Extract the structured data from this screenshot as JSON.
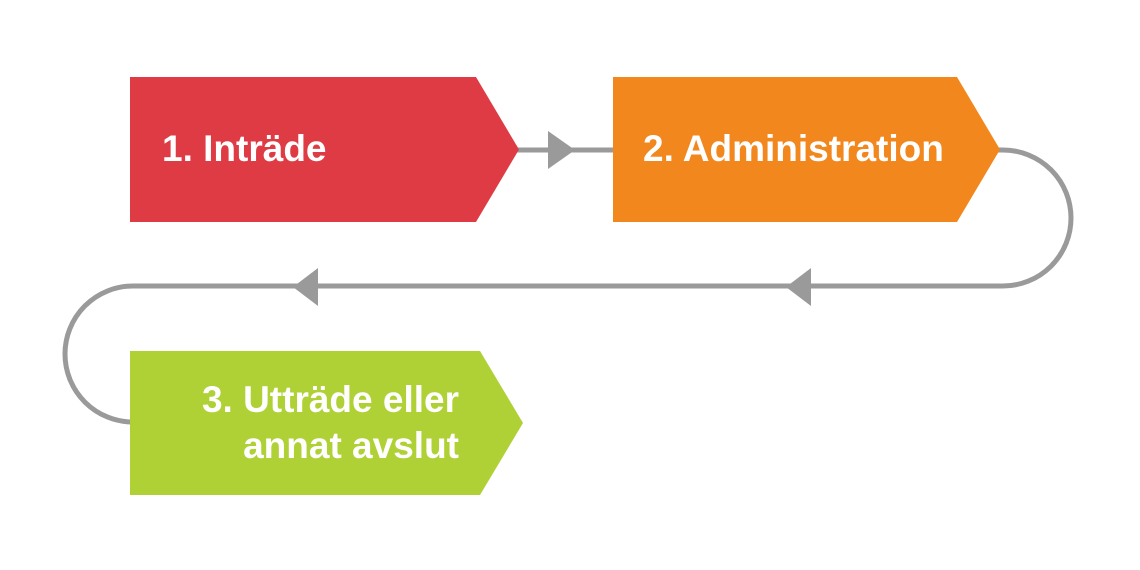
{
  "diagram": {
    "type": "cycle-flowchart",
    "background_color": "#FFFFFF",
    "connector_color": "#9A9A9A",
    "text_color": "#FFFFFF",
    "steps": [
      {
        "id": "step-1",
        "label": "1. Inträde",
        "label_lines": [
          "1. Inträde"
        ],
        "color": "#DF3B45"
      },
      {
        "id": "step-2",
        "label": "2. Administration",
        "label_lines": [
          "2. Administration"
        ],
        "color": "#F1871D"
      },
      {
        "id": "step-3",
        "label": "3. Utträde eller annat avslut",
        "label_lines": [
          "3. Utträde eller",
          "annat avslut"
        ],
        "color": "#AFD136"
      }
    ],
    "flow": [
      "step-1 → step-2",
      "step-2 → step-3 (loop back via right and left curves)"
    ]
  }
}
